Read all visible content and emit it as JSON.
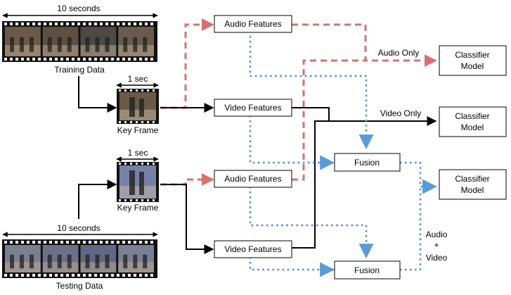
{
  "labels": {
    "training_duration": "10 seconds",
    "training_data": "Training Data",
    "key_frame_duration_top": "1 sec",
    "key_frame_top": "Key Frame",
    "key_frame_duration_bottom": "1 sec",
    "key_frame_bottom": "Key Frame",
    "testing_duration": "10 seconds",
    "testing_data": "Testing Data",
    "audio_only": "Audio Only",
    "video_only": "Video Only",
    "audio_video_1": "Audio",
    "audio_video_2": "+",
    "audio_video_3": "Video"
  },
  "boxes": {
    "audio_features_top": "Audio Features",
    "video_features_top": "Video Features",
    "audio_features_bottom": "Audio Features",
    "video_features_bottom": "Video Features",
    "fusion_top": "Fusion",
    "fusion_bottom": "Fusion",
    "classifier_1_line1": "Classifier",
    "classifier_1_line2": "Model",
    "classifier_2_line1": "Classifier",
    "classifier_2_line2": "Model",
    "classifier_3_line1": "Classifier",
    "classifier_3_line2": "Model"
  },
  "colors": {
    "audio_path": "#d9706e",
    "fusion_path": "#5b9bd5",
    "video_path": "#000000",
    "film_strip": "#111111",
    "training_frames": [
      "#6b5a48",
      "#5e5040",
      "#4d4a44",
      "#6a5c4c"
    ],
    "testing_frames": [
      "#7b7f92",
      "#6c7088",
      "#5f6885",
      "#7a7f95"
    ],
    "key_frame_top": "#6b5a48",
    "key_frame_bottom": "#7781a8"
  }
}
